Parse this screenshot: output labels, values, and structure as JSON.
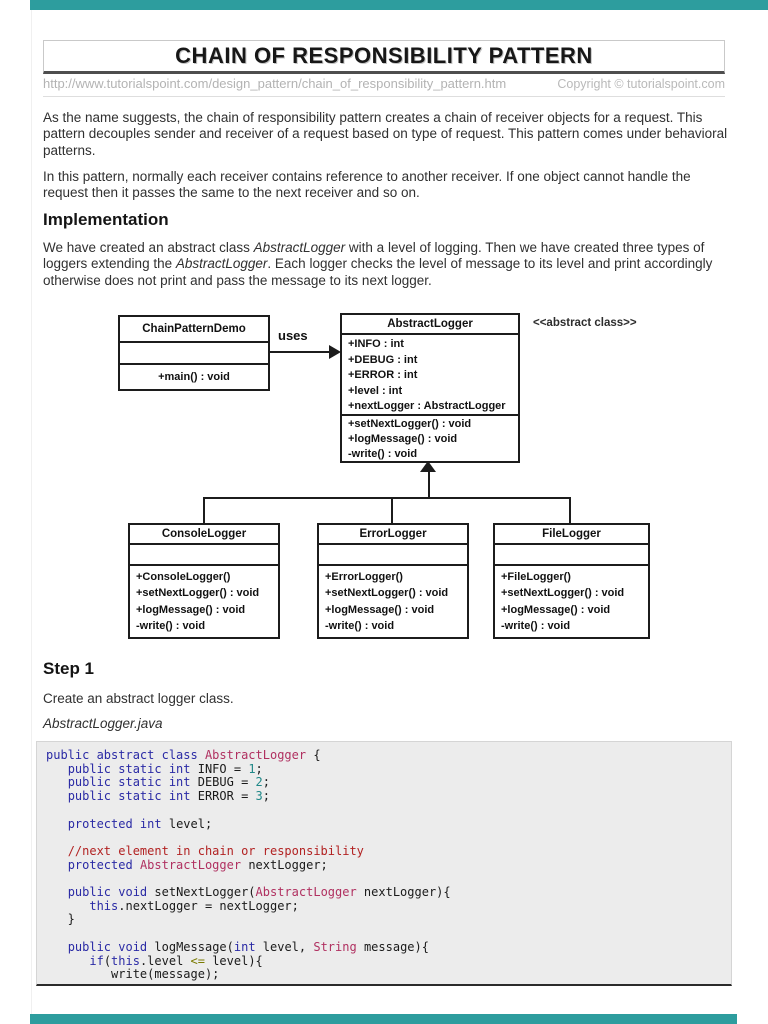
{
  "viewer": {
    "bar_color": "#2d9d9e"
  },
  "header": {
    "title": "CHAIN OF RESPONSIBILITY PATTERN",
    "url": "http://www.tutorialspoint.com/design_pattern/chain_of_responsibility_pattern.htm",
    "copyright": "Copyright © tutorialspoint.com"
  },
  "intro": {
    "p1": "As the name suggests, the chain of responsibility pattern creates a chain of receiver objects for a request. This pattern decouples sender and receiver of a request based on type of request. This pattern comes under behavioral patterns.",
    "p2": "In this pattern, normally each receiver contains reference to another receiver. If one object cannot handle the request then it passes the same to the next receiver and so on."
  },
  "implementation": {
    "heading": "Implementation",
    "body_pre": "We have created an abstract class ",
    "body_italic1": "AbstractLogger",
    "body_mid": " with a level of logging. Then we have created three types of loggers extending the ",
    "body_italic2": "AbstractLogger",
    "body_post": ". Each logger checks the level of message to its level and print accordingly otherwise does not print and pass the message to its next logger."
  },
  "diagram": {
    "uses_label": "uses",
    "stereotype": "<<abstract class>>",
    "classes": [
      {
        "id": "demo",
        "name": "ChainPatternDemo",
        "attributes": [],
        "methods": [
          "+main() : void"
        ]
      },
      {
        "id": "abstract",
        "name": "AbstractLogger",
        "attributes": [
          "+INFO : int",
          "+DEBUG : int",
          "+ERROR : int",
          "+level : int",
          "+nextLogger : AbstractLogger"
        ],
        "methods": [
          "+setNextLogger() : void",
          "+logMessage() : void",
          "-write() : void"
        ]
      },
      {
        "id": "console",
        "name": "ConsoleLogger",
        "attributes": [],
        "methods": [
          "+ConsoleLogger()",
          "+setNextLogger() : void",
          "+logMessage() : void",
          "-write() : void"
        ]
      },
      {
        "id": "error",
        "name": "ErrorLogger",
        "attributes": [],
        "methods": [
          "+ErrorLogger()",
          "+setNextLogger() : void",
          "+logMessage() : void",
          "-write() : void"
        ]
      },
      {
        "id": "file",
        "name": "FileLogger",
        "attributes": [],
        "methods": [
          "+FileLogger()",
          "+setNextLogger() : void",
          "+logMessage() : void",
          "-write() : void"
        ]
      }
    ]
  },
  "step1": {
    "heading": "Step 1",
    "body": "Create an abstract logger class.",
    "filename": "AbstractLogger.java"
  },
  "code": {
    "lines": [
      [
        {
          "c": "kw",
          "t": "public abstract class "
        },
        {
          "c": "cls",
          "t": "AbstractLogger "
        },
        {
          "c": "pl",
          "t": "{"
        }
      ],
      [
        {
          "c": "pl",
          "t": "   "
        },
        {
          "c": "kw",
          "t": "public static int "
        },
        {
          "c": "pl",
          "t": "INFO = "
        },
        {
          "c": "num",
          "t": "1"
        },
        {
          "c": "pl",
          "t": ";"
        }
      ],
      [
        {
          "c": "pl",
          "t": "   "
        },
        {
          "c": "kw",
          "t": "public static int "
        },
        {
          "c": "pl",
          "t": "DEBUG = "
        },
        {
          "c": "num",
          "t": "2"
        },
        {
          "c": "pl",
          "t": ";"
        }
      ],
      [
        {
          "c": "pl",
          "t": "   "
        },
        {
          "c": "kw",
          "t": "public static int "
        },
        {
          "c": "pl",
          "t": "ERROR = "
        },
        {
          "c": "num",
          "t": "3"
        },
        {
          "c": "pl",
          "t": ";"
        }
      ],
      [],
      [
        {
          "c": "pl",
          "t": "   "
        },
        {
          "c": "kw",
          "t": "protected int "
        },
        {
          "c": "pl",
          "t": "level;"
        }
      ],
      [],
      [
        {
          "c": "pl",
          "t": "   "
        },
        {
          "c": "com",
          "t": "//next element in chain or responsibility"
        }
      ],
      [
        {
          "c": "pl",
          "t": "   "
        },
        {
          "c": "kw",
          "t": "protected "
        },
        {
          "c": "cls",
          "t": "AbstractLogger "
        },
        {
          "c": "pl",
          "t": "nextLogger;"
        }
      ],
      [],
      [
        {
          "c": "pl",
          "t": "   "
        },
        {
          "c": "kw",
          "t": "public void "
        },
        {
          "c": "pl",
          "t": "setNextLogger("
        },
        {
          "c": "cls",
          "t": "AbstractLogger"
        },
        {
          "c": "pl",
          "t": " nextLogger){"
        }
      ],
      [
        {
          "c": "pl",
          "t": "      "
        },
        {
          "c": "kw",
          "t": "this"
        },
        {
          "c": "pl",
          "t": ".nextLogger = nextLogger;"
        }
      ],
      [
        {
          "c": "pl",
          "t": "   }"
        }
      ],
      [],
      [
        {
          "c": "pl",
          "t": "   "
        },
        {
          "c": "kw",
          "t": "public void "
        },
        {
          "c": "pl",
          "t": "logMessage("
        },
        {
          "c": "kw",
          "t": "int"
        },
        {
          "c": "pl",
          "t": " level, "
        },
        {
          "c": "cls",
          "t": "String"
        },
        {
          "c": "pl",
          "t": " message){"
        }
      ],
      [
        {
          "c": "pl",
          "t": "      "
        },
        {
          "c": "kw",
          "t": "if"
        },
        {
          "c": "pl",
          "t": "("
        },
        {
          "c": "kw",
          "t": "this"
        },
        {
          "c": "pl",
          "t": ".level "
        },
        {
          "c": "op",
          "t": "<="
        },
        {
          "c": "pl",
          "t": " level){"
        }
      ],
      [
        {
          "c": "pl",
          "t": "         write(message);"
        }
      ]
    ]
  }
}
